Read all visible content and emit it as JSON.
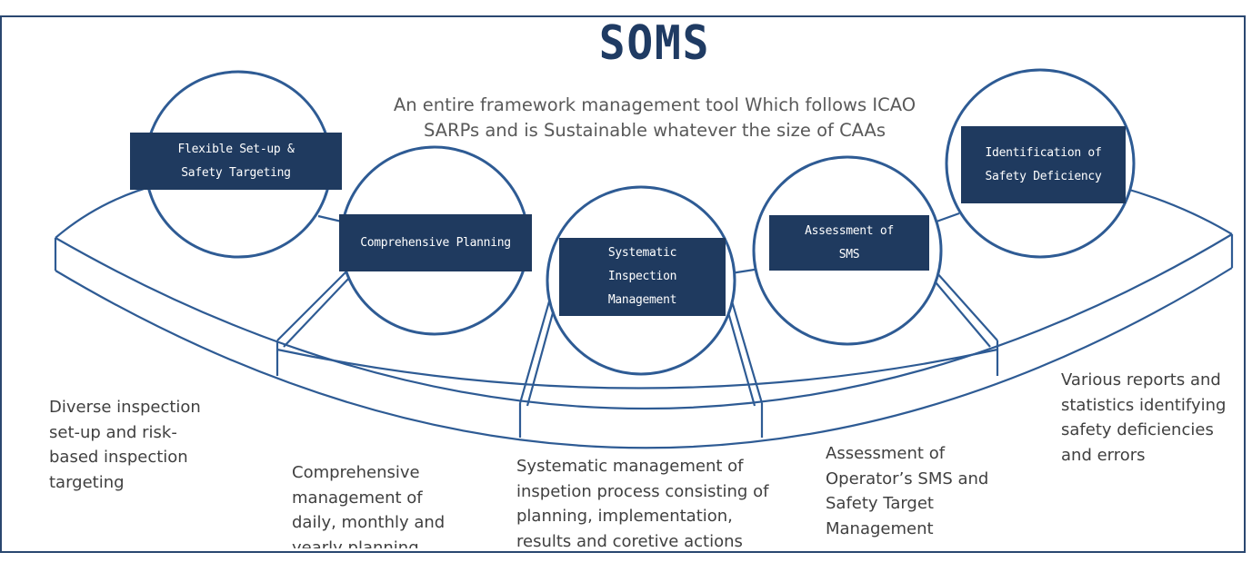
{
  "title": "SOMS",
  "tagline": [
    "An entire framework management tool Which follows ICAO",
    "SARPs and is Sustainable whatever the size of CAAs"
  ],
  "colors": {
    "frame": "#2a4770",
    "label_fill": "#1f3a5f",
    "label_text": "#ffffff",
    "outline": "#2e5b94",
    "body_text": "#404040"
  },
  "stages": [
    {
      "label_lines": [
        "Flexible Set-up &",
        "Safety Targeting"
      ],
      "description_lines": [
        "Diverse inspection",
        "set-up and risk-",
        "based inspection",
        "targeting"
      ]
    },
    {
      "label_lines": [
        "Comprehensive Planning"
      ],
      "description_lines": [
        "Comprehensive",
        "management of",
        "daily, monthly and",
        "yearly planning"
      ]
    },
    {
      "label_lines": [
        "Systematic",
        "Inspection",
        "Management"
      ],
      "description_lines": [
        "Systematic management of",
        "inspetion process consisting of",
        "planning, implementation,",
        "results and coretive actions"
      ]
    },
    {
      "label_lines": [
        "Assessment of",
        "SMS"
      ],
      "description_lines": [
        "Assessment of",
        "Operator’s SMS and",
        "Safety Target",
        "Management"
      ]
    },
    {
      "label_lines": [
        "Identification of",
        "Safety Deficiency"
      ],
      "description_lines": [
        "Various reports and",
        "statistics identifying",
        "safety deficiencies",
        "and errors"
      ]
    }
  ]
}
